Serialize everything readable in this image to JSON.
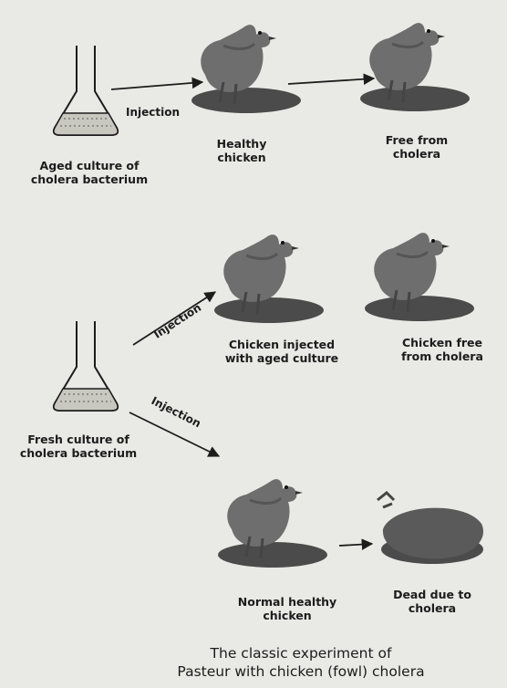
{
  "labels": {
    "aged_culture": "Aged culture of\ncholera bacterium",
    "healthy_chicken": "Healthy\nchicken",
    "free_from_cholera": "Free from\ncholera",
    "chicken_injected_aged": "Chicken injected\nwith aged culture",
    "chicken_free_cholera": "Chicken free\nfrom cholera",
    "fresh_culture": "Fresh culture of\ncholera bacterium",
    "normal_healthy_chicken": "Normal healthy\nchicken",
    "dead_due_to_cholera": "Dead due to\ncholera"
  },
  "arrows": {
    "injection_top": "Injection",
    "injection_upper_diag": "Injection",
    "injection_lower_diag": "Injection"
  },
  "caption": "The classic experiment of\nPasteur with chicken (fowl) cholera",
  "colors": {
    "paper": "#e9e9e6",
    "ink": "#1c1c1c",
    "hen": "#6e6e6e",
    "shadow": "#2f2f2f"
  }
}
